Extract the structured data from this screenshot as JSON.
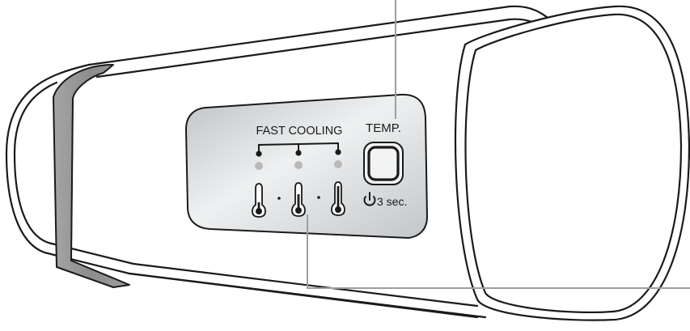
{
  "panel": {
    "fast_cooling_label": "FAST COOLING",
    "temp_label": "TEMP.",
    "hold_duration_label": "3 sec.",
    "levels": [
      {
        "name": "low",
        "indicator": "gray"
      },
      {
        "name": "medium",
        "indicator": "gray"
      },
      {
        "name": "high",
        "indicator": "gray"
      }
    ]
  },
  "icons": {
    "power": "power-icon",
    "thermometers": [
      "thermometer-low-icon",
      "thermometer-medium-icon",
      "thermometer-high-icon"
    ]
  },
  "colors": {
    "outline": "#1a1a1a",
    "panel_fill": "#d7d9db",
    "strap_fill": "#9b9b9b",
    "indicator_led": "#b9b9b9",
    "callout_line": "#9e9e9e"
  }
}
